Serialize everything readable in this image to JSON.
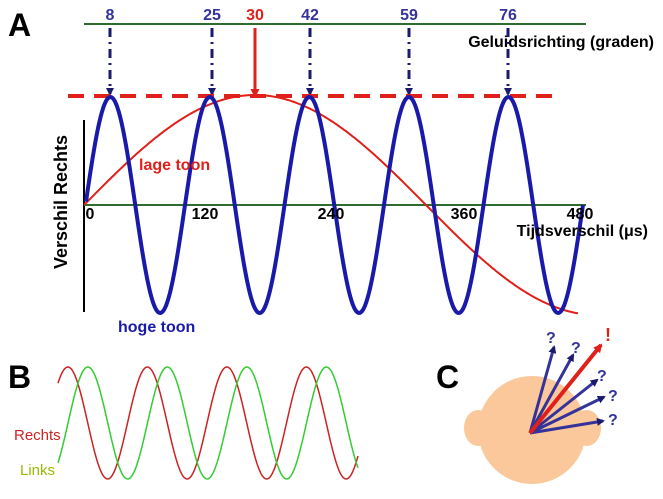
{
  "panels": {
    "a": {
      "letter": "A"
    },
    "b": {
      "letter": "B"
    },
    "c": {
      "letter": "C"
    }
  },
  "panel_a": {
    "top_axis_label": "Geluidsrichting (graden)",
    "x_axis_label": "Tijdsverschil (μs)",
    "y_axis_label": "Verschil Rechts",
    "direction_markers": [
      "8",
      "25",
      "42",
      "59",
      "76"
    ],
    "highlighted_direction": "30",
    "x_ticks": [
      "0",
      "120",
      "240",
      "360",
      "480"
    ],
    "low_tone_label": "lage toon",
    "high_tone_label": "hoge toon"
  },
  "panel_b": {
    "right_label": "Rechts",
    "left_label": "Links"
  },
  "panel_c": {
    "uncertain_mark": "?",
    "certain_mark": "!"
  },
  "colors": {
    "blue": "#1a1aaa",
    "red": "#e0201a",
    "marker_blue": "#333399",
    "green_axis": "#2e6b2e",
    "wave_green": "#33cc33",
    "wave_red": "#cc2222",
    "label_green": "#99bb00",
    "skin": "#fbc89b"
  }
}
